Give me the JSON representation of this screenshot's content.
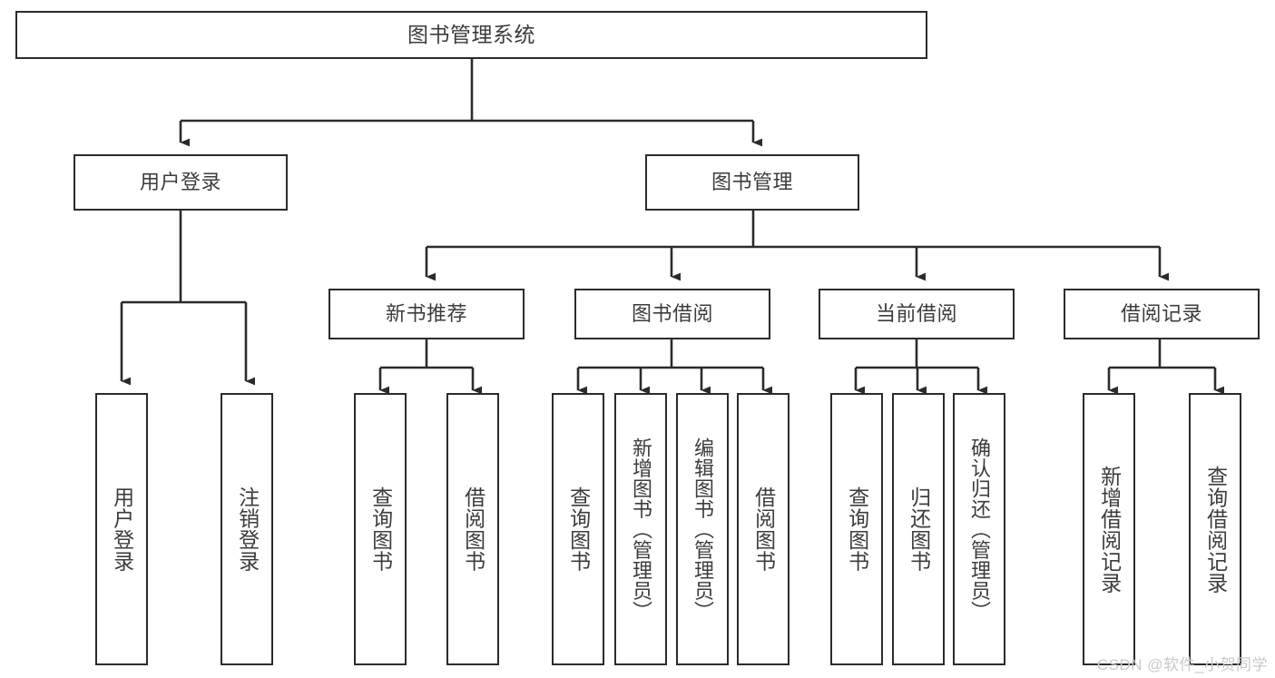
{
  "diagram": {
    "title": "图书管理系统",
    "type": "tree-hierarchy",
    "stroke_color": "#2b2b2b",
    "text_color": "#3c3c3c",
    "background_color": "#ffffff",
    "levels": {
      "root": {
        "label": "图书管理系统"
      },
      "level2": [
        {
          "label": "用户登录"
        },
        {
          "label": "图书管理"
        }
      ],
      "level3": [
        {
          "label": "新书推荐"
        },
        {
          "label": "图书借阅"
        },
        {
          "label": "当前借阅"
        },
        {
          "label": "借阅记录"
        }
      ],
      "leaves": {
        "user_login": [
          {
            "label": "用户登录"
          },
          {
            "label": "注销登录"
          }
        ],
        "new_book_recommend": [
          {
            "label": "查询图书"
          },
          {
            "label": "借阅图书"
          }
        ],
        "book_borrow": [
          {
            "label": "查询图书"
          },
          {
            "label": "新增图书（管理员）"
          },
          {
            "label": "编辑图书（管理员）"
          },
          {
            "label": "借阅图书"
          }
        ],
        "current_borrow": [
          {
            "label": "查询图书"
          },
          {
            "label": "归还图书"
          },
          {
            "label": "确认归还（管理员）"
          }
        ],
        "borrow_record": [
          {
            "label": "新增借阅记录"
          },
          {
            "label": "查询借阅记录"
          }
        ]
      }
    }
  },
  "watermark": {
    "text": "CSDN @软件_小贺同学"
  }
}
